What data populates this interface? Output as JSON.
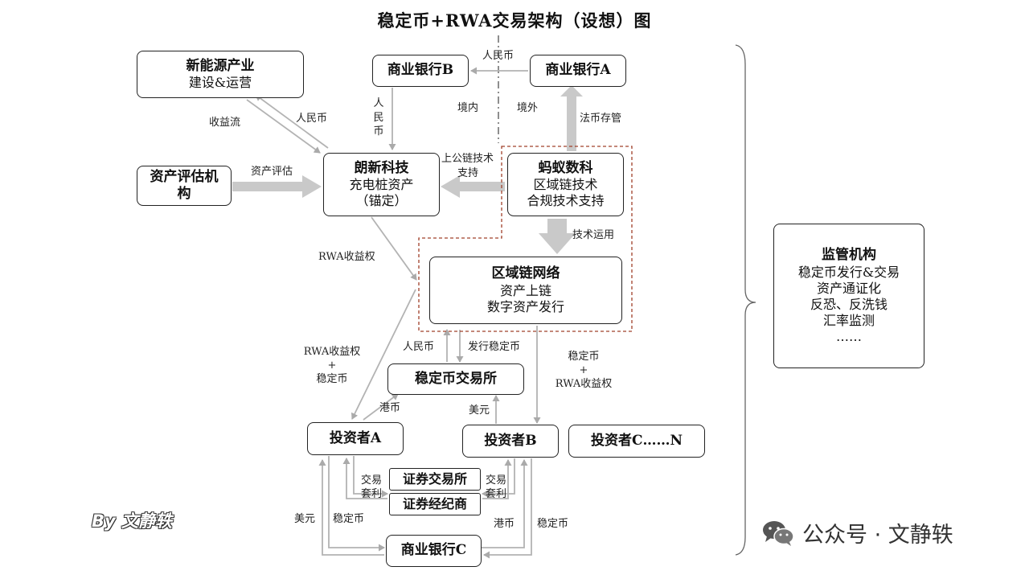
{
  "title": "稳定币+RWA交易架构（设想）图",
  "nodes": {
    "new_energy": {
      "title": "新能源产业",
      "line1": "建设&运营"
    },
    "bank_b": {
      "title": "商业银行B"
    },
    "bank_a": {
      "title": "商业银行A"
    },
    "asset_eval": {
      "title": "资产评估机构"
    },
    "longshine": {
      "title": "朗新科技",
      "line1": "充电桩资产",
      "line2": "（锚定）"
    },
    "ant": {
      "title": "蚂蚁数科",
      "line1": "区域链技术",
      "line2": "合规技术支持"
    },
    "blockchain": {
      "title": "区域链网络",
      "line1": "资产上链",
      "line2": "数字资产发行"
    },
    "exchange": {
      "title": "稳定币交易所"
    },
    "investor_a": {
      "title": "投资者A"
    },
    "investor_b": {
      "title": "投资者B"
    },
    "investor_c": {
      "title": "投资者C……N"
    },
    "sec_exchange": {
      "title": "证券交易所"
    },
    "sec_broker": {
      "title": "证券经纪商"
    },
    "bank_c": {
      "title": "商业银行C"
    },
    "regulator": {
      "title": "监管机构",
      "line1": "稳定币发行&交易",
      "line2": "资产通证化",
      "line3": "反恐、反洗钱",
      "line4": "汇率监测",
      "line5": "……"
    }
  },
  "labels": {
    "rmb_top": "人民币",
    "domestic": "境内",
    "overseas": "境外",
    "rmb_vertical": "人民币",
    "fiat_custody": "法币存管",
    "revenue_flow": "收益流",
    "rmb_left": "人民币",
    "asset_eval_flow": "资产评估",
    "public_chain": "上公链技术",
    "support": "支持",
    "tech_apply": "技术运用",
    "rwa_rights": "RWA收益权",
    "rwa_plus_1": "RWA收益权",
    "plus_1": "+",
    "stable_1": "稳定币",
    "rmb_mid": "人民币",
    "issue_stable": "发行稳定币",
    "stable_2": "稳定币",
    "plus_2": "+",
    "rwa_plus_2": "RWA收益权",
    "hkd_a": "港币",
    "usd_b": "美元",
    "trade_a1": "交易",
    "trade_a2": "套利",
    "trade_b1": "交易",
    "trade_b2": "套利",
    "usd_c": "美元",
    "stable_c_left": "稳定币",
    "hkd_c": "港币",
    "stable_c_right": "稳定币"
  },
  "signature": "By 文静轶",
  "watermark": "公众号 · 文静轶"
}
